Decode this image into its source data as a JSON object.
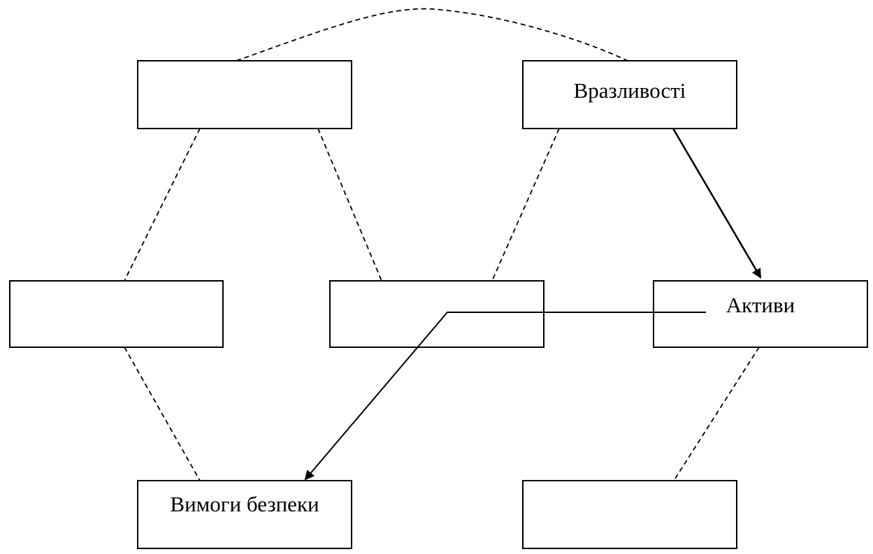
{
  "diagram": {
    "nodes": {
      "top_left": {
        "label": ""
      },
      "top_right": {
        "label": "Вразливості"
      },
      "middle_left": {
        "label": ""
      },
      "middle_center": {
        "label": ""
      },
      "middle_right": {
        "label": "Активи"
      },
      "bottom_left": {
        "label": "Вимоги безпеки"
      },
      "bottom_right": {
        "label": ""
      }
    },
    "edges": [
      {
        "from": "top_left",
        "to": "top_right",
        "style": "dashed"
      },
      {
        "from": "top_left",
        "to": "middle_left",
        "style": "dashed"
      },
      {
        "from": "top_left",
        "to": "middle_center",
        "style": "dashed"
      },
      {
        "from": "top_right",
        "to": "middle_center",
        "style": "dashed"
      },
      {
        "from": "top_right",
        "to": "middle_right",
        "style": "solid-arrow"
      },
      {
        "from": "middle_left",
        "to": "bottom_left",
        "style": "dashed"
      },
      {
        "from": "middle_right",
        "to": "bottom_right",
        "style": "dashed"
      },
      {
        "from": "middle_right",
        "to": "bottom_left",
        "style": "solid-arrow"
      }
    ]
  }
}
